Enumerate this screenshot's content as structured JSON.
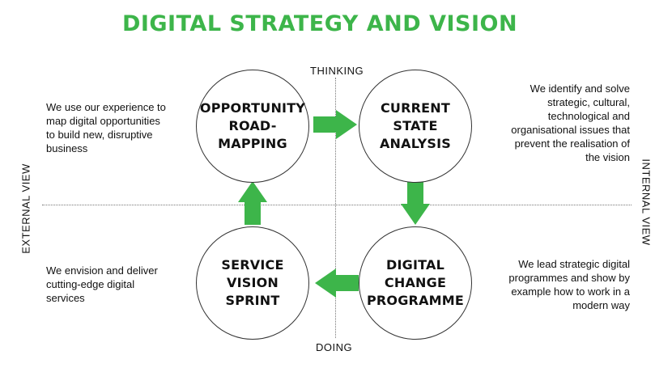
{
  "title": "DIGITAL STRATEGY AND VISION",
  "axes": {
    "top": "THINKING",
    "bottom": "DOING",
    "left": "EXTERNAL VIEW",
    "right": "INTERNAL VIEW"
  },
  "nodes": {
    "top_left": "OPPORTUNITY\nROAD-\nMAPPING",
    "top_right": "CURRENT\nSTATE\nANALYSIS",
    "bottom_right": "DIGITAL\nCHANGE\nPROGRAMME",
    "bottom_left": "SERVICE\nVISION\nSPRINT"
  },
  "descriptions": {
    "top_left": "We use our experience to\nmap digital opportunities\nto build new, disruptive\nbusiness",
    "top_right": "We identify and solve\nstrategic, cultural,\ntechnological and\norganisational issues that\nprevent the realisation of\nthe vision",
    "bottom_left": "We envision and deliver\ncutting-edge digital\nservices",
    "bottom_right": "We lead strategic digital\nprogrammes and show by\nexample how to work in a\nmodern way"
  },
  "colors": {
    "accent": "#3db54a",
    "text": "#111111"
  }
}
